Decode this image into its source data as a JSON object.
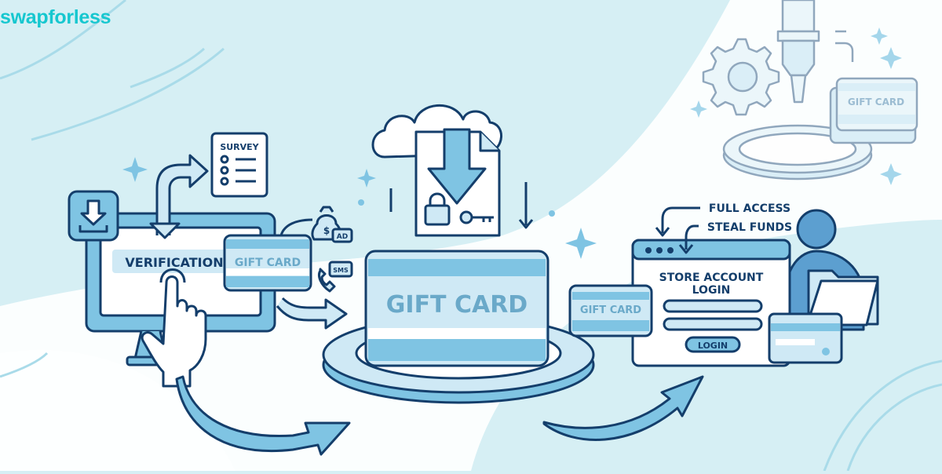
{
  "brand": {
    "name": "swapforless",
    "color": "#16c7cf"
  },
  "colors": {
    "outline": "#143e6b",
    "fill_mid": "#7fc4e3",
    "fill_light": "#cfe9f5",
    "background": "#d6eff4",
    "text_faded": "#6aa9c9"
  },
  "scene_left": {
    "survey_label": "SURVEY",
    "verification_label": "VERIFICATION",
    "small_card_label": "GIFT CARD",
    "ad_badge": "AD",
    "sms_badge": "SMS",
    "icons": [
      "download-icon",
      "survey-list-icon",
      "money-bag-icon",
      "phone-icon",
      "hand-pointer-icon",
      "monitor-icon"
    ]
  },
  "scene_center": {
    "card_label": "GIFT CARD",
    "icons": [
      "cloud-icon",
      "file-download-icon",
      "padlock-icon",
      "key-icon",
      "pedestal-icon"
    ]
  },
  "scene_right": {
    "annotation_1": "FULL ACCESS",
    "annotation_2": "STEAL FUNDS",
    "login_title_line1": "STORE ACCOUNT",
    "login_title_line2": "LOGIN",
    "login_button": "LOGIN",
    "side_card_label": "GIFT CARD",
    "icons": [
      "user-silhouette-icon",
      "folder-icon",
      "credit-card-icon",
      "browser-window-icon"
    ]
  },
  "scene_top_right": {
    "card_label": "GIFT CARD",
    "icons": [
      "gear-icon",
      "nozzle-icon",
      "ring-platform-icon"
    ]
  }
}
